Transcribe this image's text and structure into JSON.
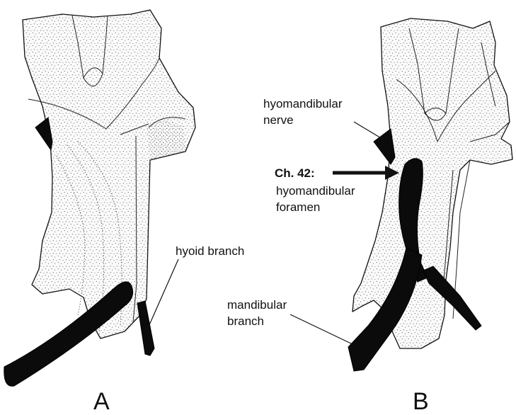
{
  "labels": {
    "hyomandibular_nerve_line1": "hyomandibular",
    "hyomandibular_nerve_line2": "nerve",
    "character_number": "Ch. 42:",
    "foramen_line1": "hyomandibular",
    "foramen_line2": "foramen",
    "hyoid_branch": "hyoid branch",
    "mandibular_branch_line1": "mandibular",
    "mandibular_branch_line2": "branch"
  },
  "panels": {
    "left": "A",
    "right": "B"
  }
}
